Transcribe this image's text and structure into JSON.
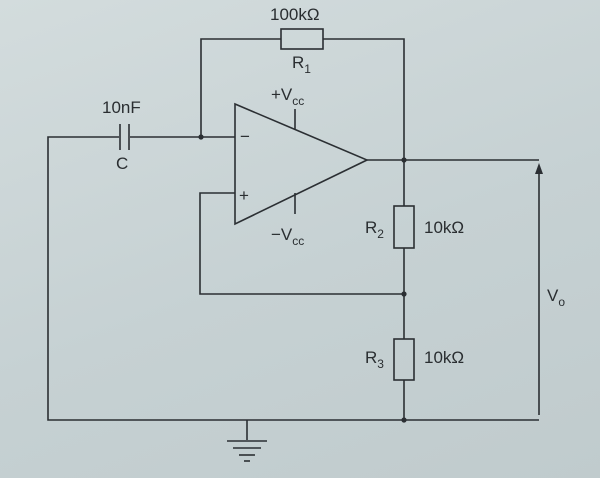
{
  "components": {
    "r1": {
      "value": "100kΩ",
      "name": "R",
      "sub": "1"
    },
    "r2": {
      "value": "10kΩ",
      "name": "R",
      "sub": "2"
    },
    "r3": {
      "value": "10kΩ",
      "name": "R",
      "sub": "3"
    },
    "c": {
      "value": "10nF",
      "name": "C"
    }
  },
  "opamp": {
    "inv_sign": "−",
    "noninv_sign": "+",
    "pos_supply": {
      "prefix": "+V",
      "sub": "cc"
    },
    "neg_supply": {
      "prefix": "−V",
      "sub": "cc"
    }
  },
  "output": {
    "name": "V",
    "sub": "o"
  }
}
